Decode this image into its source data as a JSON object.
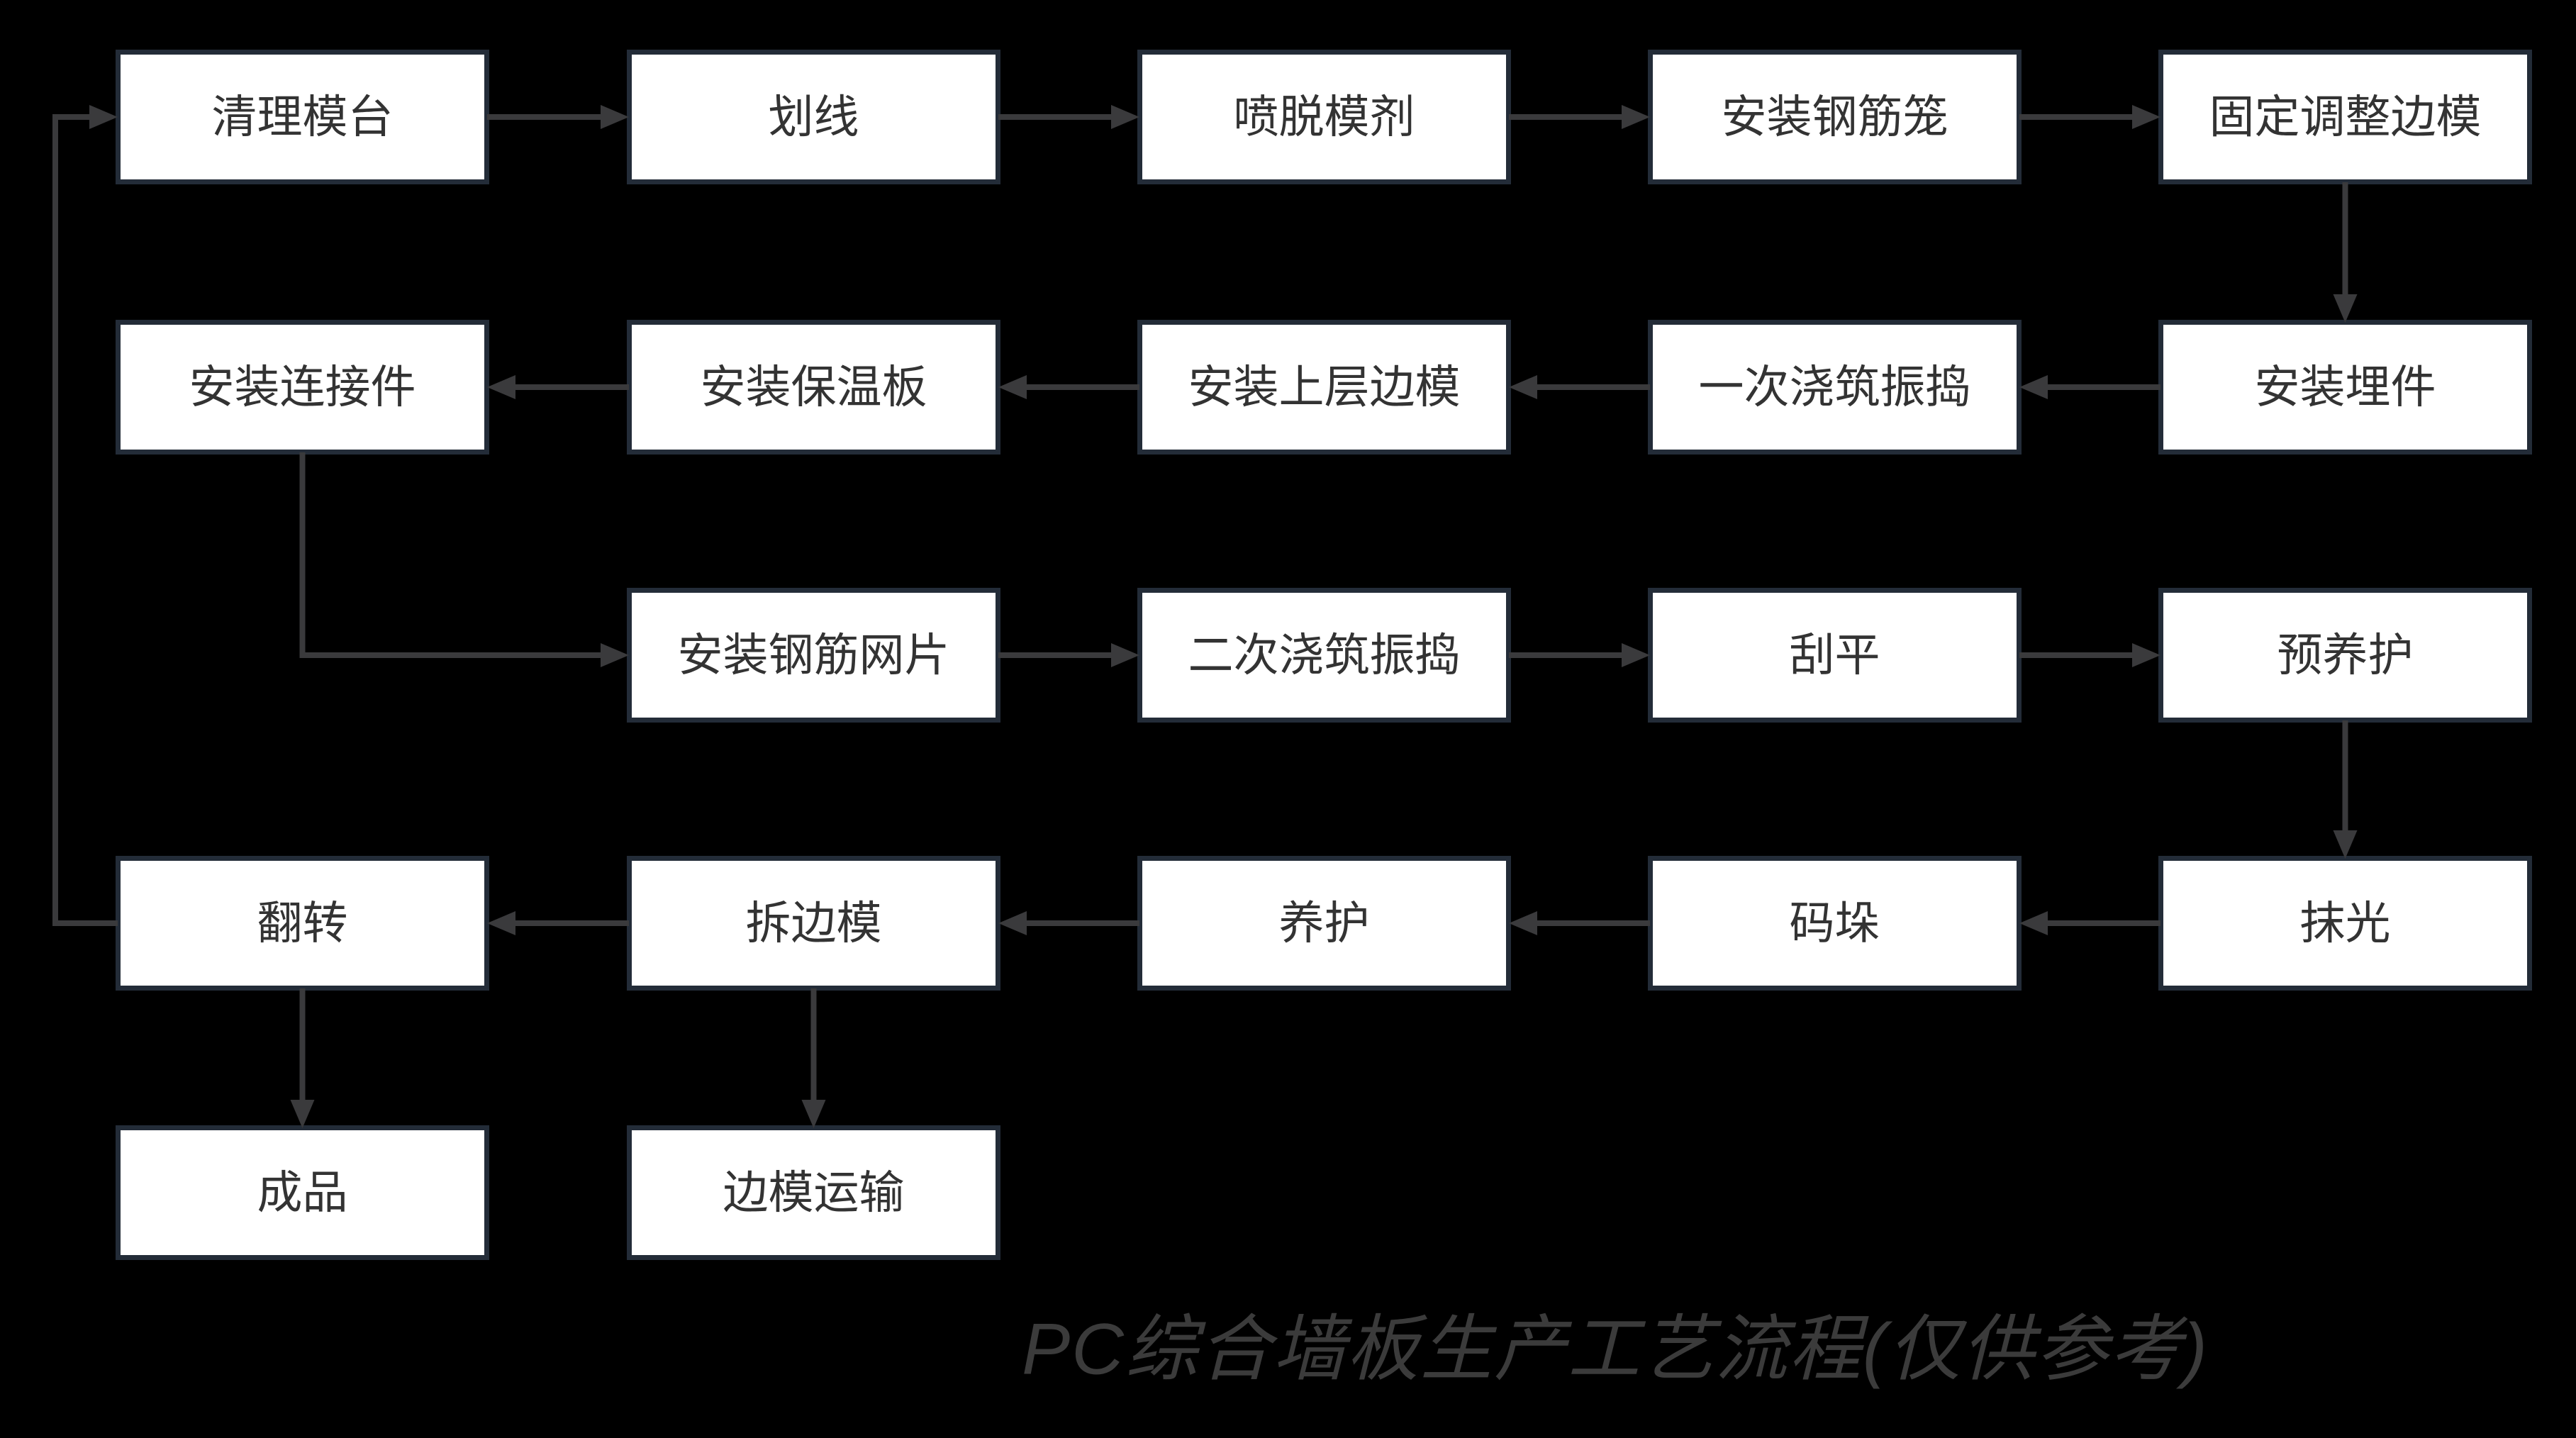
{
  "title": "PC综合墙板生产工艺流程(仅供参考)",
  "colors": {
    "background": "#000000",
    "node_fill": "#ffffff",
    "node_border": "#232c38",
    "node_text": "#333333",
    "arrow": "#3a3a3c",
    "title_text": "#3b3b3b"
  },
  "nodes": [
    {
      "id": "qingli-motai",
      "label": "清理模台",
      "col": 0,
      "row": 0
    },
    {
      "id": "huaxian",
      "label": "划线",
      "col": 1,
      "row": 0
    },
    {
      "id": "pen-tuomoji",
      "label": "喷脱模剂",
      "col": 2,
      "row": 0
    },
    {
      "id": "anzhuang-gangjinlong",
      "label": "安装钢筋笼",
      "col": 3,
      "row": 0
    },
    {
      "id": "guding-tiaozheng",
      "label": "固定调整边模",
      "col": 4,
      "row": 0
    },
    {
      "id": "anzhuang-lianjiejian",
      "label": "安装连接件",
      "col": 0,
      "row": 1
    },
    {
      "id": "anzhuang-baowenban",
      "label": "安装保温板",
      "col": 1,
      "row": 1
    },
    {
      "id": "anzhuang-shangceng",
      "label": "安装上层边模",
      "col": 2,
      "row": 1
    },
    {
      "id": "yici-jiaozhu",
      "label": "一次浇筑振捣",
      "col": 3,
      "row": 1
    },
    {
      "id": "anzhuang-maijian",
      "label": "安装埋件",
      "col": 4,
      "row": 1
    },
    {
      "id": "anzhuang-wangpian",
      "label": "安装钢筋网片",
      "col": 1,
      "row": 2
    },
    {
      "id": "erci-jiaozhu",
      "label": "二次浇筑振捣",
      "col": 2,
      "row": 2
    },
    {
      "id": "guaping",
      "label": "刮平",
      "col": 3,
      "row": 2
    },
    {
      "id": "yu-yanghu",
      "label": "预养护",
      "col": 4,
      "row": 2
    },
    {
      "id": "fanzhuan",
      "label": "翻转",
      "col": 0,
      "row": 3
    },
    {
      "id": "chai-bianmo",
      "label": "拆边模",
      "col": 1,
      "row": 3
    },
    {
      "id": "yanghu",
      "label": "养护",
      "col": 2,
      "row": 3
    },
    {
      "id": "maduo",
      "label": "码垛",
      "col": 3,
      "row": 3
    },
    {
      "id": "moguang",
      "label": "抹光",
      "col": 4,
      "row": 3
    },
    {
      "id": "chengpin",
      "label": "成品",
      "col": 0,
      "row": 4
    },
    {
      "id": "bianmo-yunshu",
      "label": "边模运输",
      "col": 1,
      "row": 4
    }
  ],
  "edges": [
    {
      "from": "qingli-motai",
      "to": "huaxian",
      "type": "h"
    },
    {
      "from": "huaxian",
      "to": "pen-tuomoji",
      "type": "h"
    },
    {
      "from": "pen-tuomoji",
      "to": "anzhuang-gangjinlong",
      "type": "h"
    },
    {
      "from": "anzhuang-gangjinlong",
      "to": "guding-tiaozheng",
      "type": "h"
    },
    {
      "from": "guding-tiaozheng",
      "to": "anzhuang-maijian",
      "type": "v"
    },
    {
      "from": "anzhuang-maijian",
      "to": "yici-jiaozhu",
      "type": "h"
    },
    {
      "from": "yici-jiaozhu",
      "to": "anzhuang-shangceng",
      "type": "h"
    },
    {
      "from": "anzhuang-shangceng",
      "to": "anzhuang-baowenban",
      "type": "h"
    },
    {
      "from": "anzhuang-baowenban",
      "to": "anzhuang-lianjiejian",
      "type": "h"
    },
    {
      "from": "anzhuang-lianjiejian",
      "to": "anzhuang-wangpian",
      "type": "elbow"
    },
    {
      "from": "anzhuang-wangpian",
      "to": "erci-jiaozhu",
      "type": "h"
    },
    {
      "from": "erci-jiaozhu",
      "to": "guaping",
      "type": "h"
    },
    {
      "from": "guaping",
      "to": "yu-yanghu",
      "type": "h"
    },
    {
      "from": "yu-yanghu",
      "to": "moguang",
      "type": "v"
    },
    {
      "from": "moguang",
      "to": "maduo",
      "type": "h"
    },
    {
      "from": "maduo",
      "to": "yanghu",
      "type": "h"
    },
    {
      "from": "yanghu",
      "to": "chai-bianmo",
      "type": "h"
    },
    {
      "from": "chai-bianmo",
      "to": "fanzhuan",
      "type": "h"
    },
    {
      "from": "fanzhuan",
      "to": "chengpin",
      "type": "v"
    },
    {
      "from": "chai-bianmo",
      "to": "bianmo-yunshu",
      "type": "v"
    },
    {
      "from": "fanzhuan",
      "to": "qingli-motai",
      "type": "feedback"
    }
  ]
}
